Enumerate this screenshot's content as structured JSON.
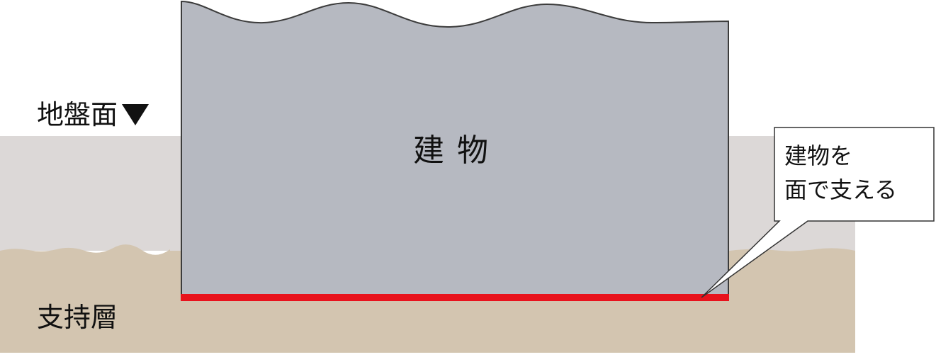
{
  "labels": {
    "ground_surface": "地盤面",
    "building": "建物",
    "bearing_layer": "支持層"
  },
  "callout": {
    "line1": "建物を",
    "line2": "面で支える"
  },
  "colors": {
    "ground_upper": "#dcd8d7",
    "ground_lower": "#d3c5b0",
    "building_fill": "#b6b9c1",
    "building_stroke": "#3c3c3c",
    "foundation": "#e8121c",
    "callout_fill": "#ffffff",
    "callout_stroke": "#333333"
  },
  "icons": {
    "ground_marker": "down-triangle-icon"
  }
}
